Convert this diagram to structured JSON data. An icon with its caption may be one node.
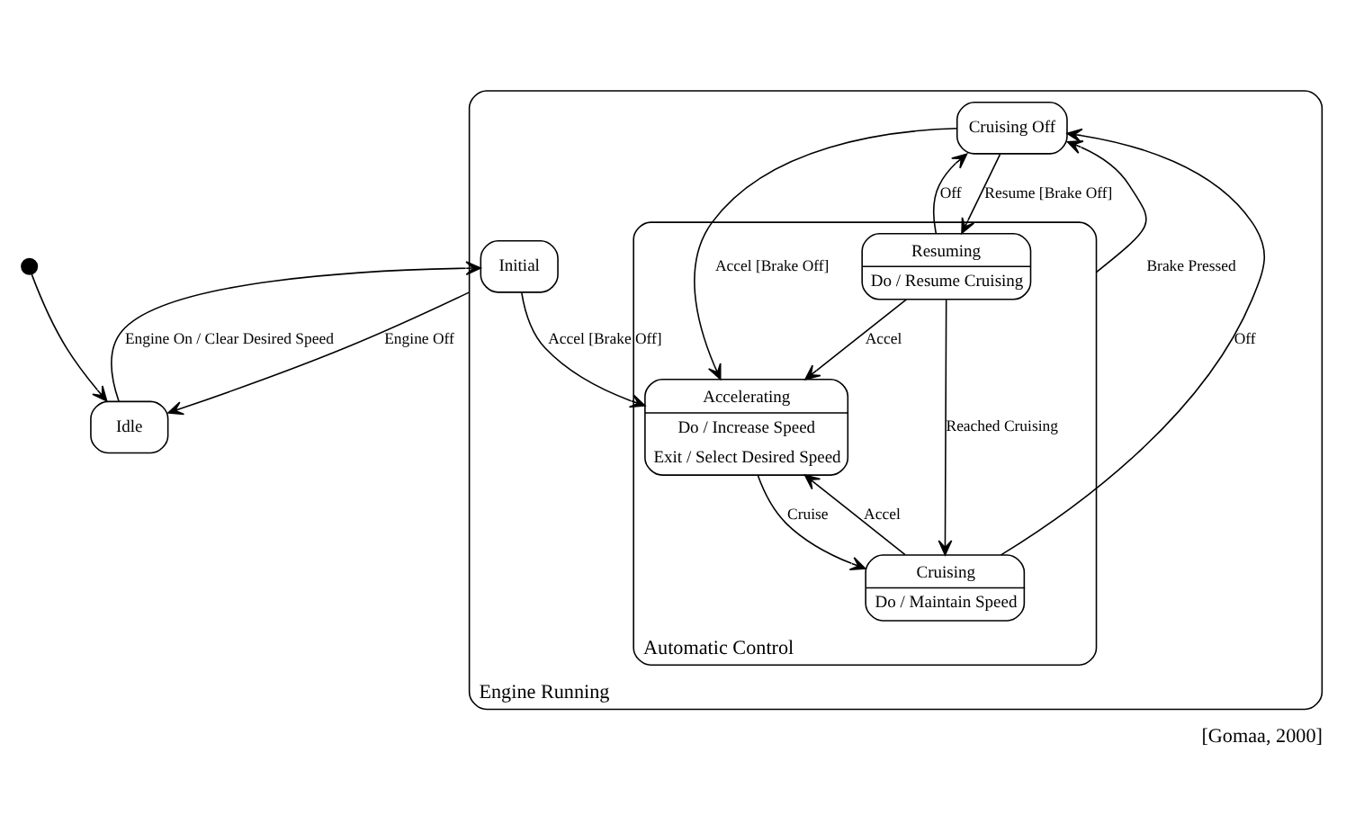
{
  "diagram": {
    "caption": "[Gomaa, 2000]",
    "nodes": [
      {
        "text": [],
        "shape": "circle"
      },
      {
        "text": [
          "Idle"
        ]
      },
      {
        "text": [
          "Engine Running"
        ]
      },
      {
        "text": [
          "Initial"
        ],
        "in": 2
      },
      {
        "text": [
          "Cruising Off"
        ],
        "in": 2
      },
      {
        "text": [
          "Automatic Control"
        ],
        "in": 2
      },
      {
        "text": [
          "Accelerating",
          "Do / Increase Speed",
          "Exit / Select Desired Speed"
        ],
        "in": 5
      },
      {
        "text": [
          "Resuming",
          "Do / Resume Cruising"
        ],
        "in": 5
      },
      {
        "text": [
          "Cruising",
          "Do / Maintain Speed"
        ],
        "in": 5
      }
    ],
    "edges": [
      {
        "from": 0,
        "to": 1,
        "arrow": "to"
      },
      {
        "from": 1,
        "to": 3,
        "arrow": "to",
        "label": "Engine On / Clear Desired Speed"
      },
      {
        "from": 2,
        "to": 1,
        "arrow": "to",
        "label": "Engine Off"
      },
      {
        "from": 3,
        "to": 6,
        "arrow": "to",
        "label": "Accel [Brake Off]"
      },
      {
        "from": 4,
        "to": 6,
        "arrow": "to",
        "label": "Accel [Brake Off]"
      },
      {
        "from": 4,
        "to": 7,
        "arrow": "to",
        "label": "Resume [Brake Off]"
      },
      {
        "from": 7,
        "to": 4,
        "arrow": "to",
        "label": "Off"
      },
      {
        "from": 5,
        "to": 4,
        "arrow": "to",
        "label": "Brake Pressed"
      },
      {
        "from": 8,
        "to": 4,
        "arrow": "to",
        "label": "Off"
      },
      {
        "from": 7,
        "to": 6,
        "arrow": "to",
        "label": "Accel"
      },
      {
        "from": 6,
        "to": 8,
        "arrow": "to",
        "label": "Cruise"
      },
      {
        "from": 8,
        "to": 6,
        "arrow": "to",
        "label": "Accel"
      },
      {
        "from": 7,
        "to": 8,
        "arrow": "to",
        "label": "Reached Cruising"
      }
    ]
  }
}
